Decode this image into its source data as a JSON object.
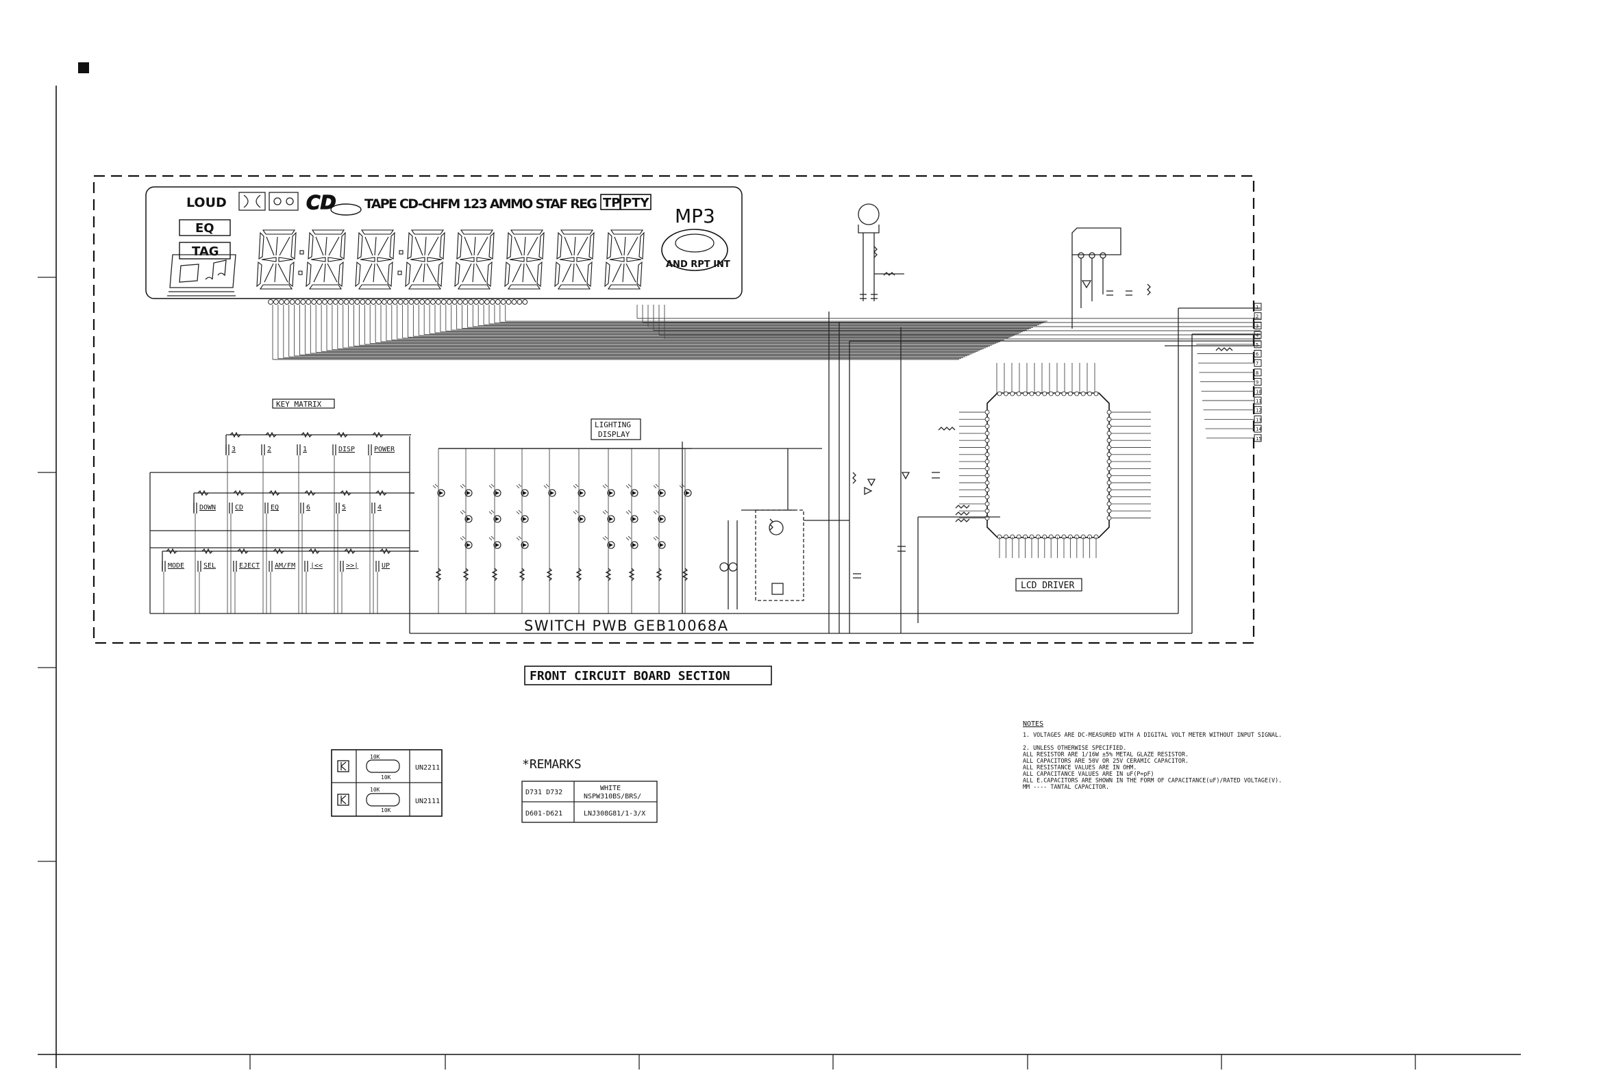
{
  "board": {
    "pwb_label": "SWITCH PWB GEB10068A",
    "section_title": "FRONT CIRCUIT BOARD SECTION",
    "key_matrix_label": "KEY MATRIX",
    "lighting_label_1": "LIGHTING",
    "lighting_label_2": "DISPLAY",
    "lcd_driver_label": "LCD DRIVER"
  },
  "lcd": {
    "loud": "LOUD",
    "eq": "EQ",
    "tag": "TAG",
    "cd_logo": "CD",
    "indicators": "TAPE CD-CHFM 123 AMMO STAF REG",
    "tp": "TP",
    "pty": "PTY",
    "mp3": "MP3",
    "disc_text": "AND RPT INT"
  },
  "keys": {
    "row1": [
      "3",
      "2",
      "1",
      "DISP",
      "POWER"
    ],
    "row2": [
      "DOWN",
      "CD",
      "EQ",
      "6",
      "5",
      "4"
    ],
    "row3": [
      "MODE",
      "SEL",
      "EJECT",
      "AM/FM",
      "|<<",
      ">>|",
      "UP"
    ]
  },
  "connector_pins": [
    "1",
    "2",
    "3",
    "4",
    "5",
    "6",
    "7",
    "8",
    "9",
    "10",
    "11",
    "12",
    "13",
    "14",
    "15"
  ],
  "transistor_table": {
    "rows": [
      {
        "r_top": "10K",
        "r_bottom": "10K",
        "part": "UN2211"
      },
      {
        "r_top": "10K",
        "r_bottom": "10K",
        "part": "UN2111"
      }
    ]
  },
  "remarks": {
    "title": "*REMARKS",
    "rows": [
      {
        "ref": "D731 D732",
        "line1": "WHITE",
        "line2": "NSPW310BS/BRS/"
      },
      {
        "ref": "D601-D621",
        "line1": "LNJ308G81/1-3/X",
        "line2": ""
      }
    ]
  },
  "notes": {
    "title": "NOTES",
    "lines": [
      "1.  VOLTAGES ARE DC-MEASURED WITH A DIGITAL VOLT METER WITHOUT INPUT SIGNAL.",
      "",
      "2.  UNLESS OTHERWISE SPECIFIED.",
      "    ALL RESISTOR ARE 1/16W ±5% METAL GLAZE RESISTOR.",
      "    ALL CAPACITORS ARE 50V OR 25V CERAMIC CAPACITOR.",
      "    ALL RESISTANCE VALUES ARE IN OHM.",
      "    ALL CAPACITANCE VALUES ARE IN uF(P=pF)",
      "    ALL E.CAPACITORS ARE SHOWN IN THE FORM OF CAPACITANCE(uF)/RATED VOLTAGE(V).",
      "    MM ---- TANTAL CAPACITOR."
    ]
  }
}
